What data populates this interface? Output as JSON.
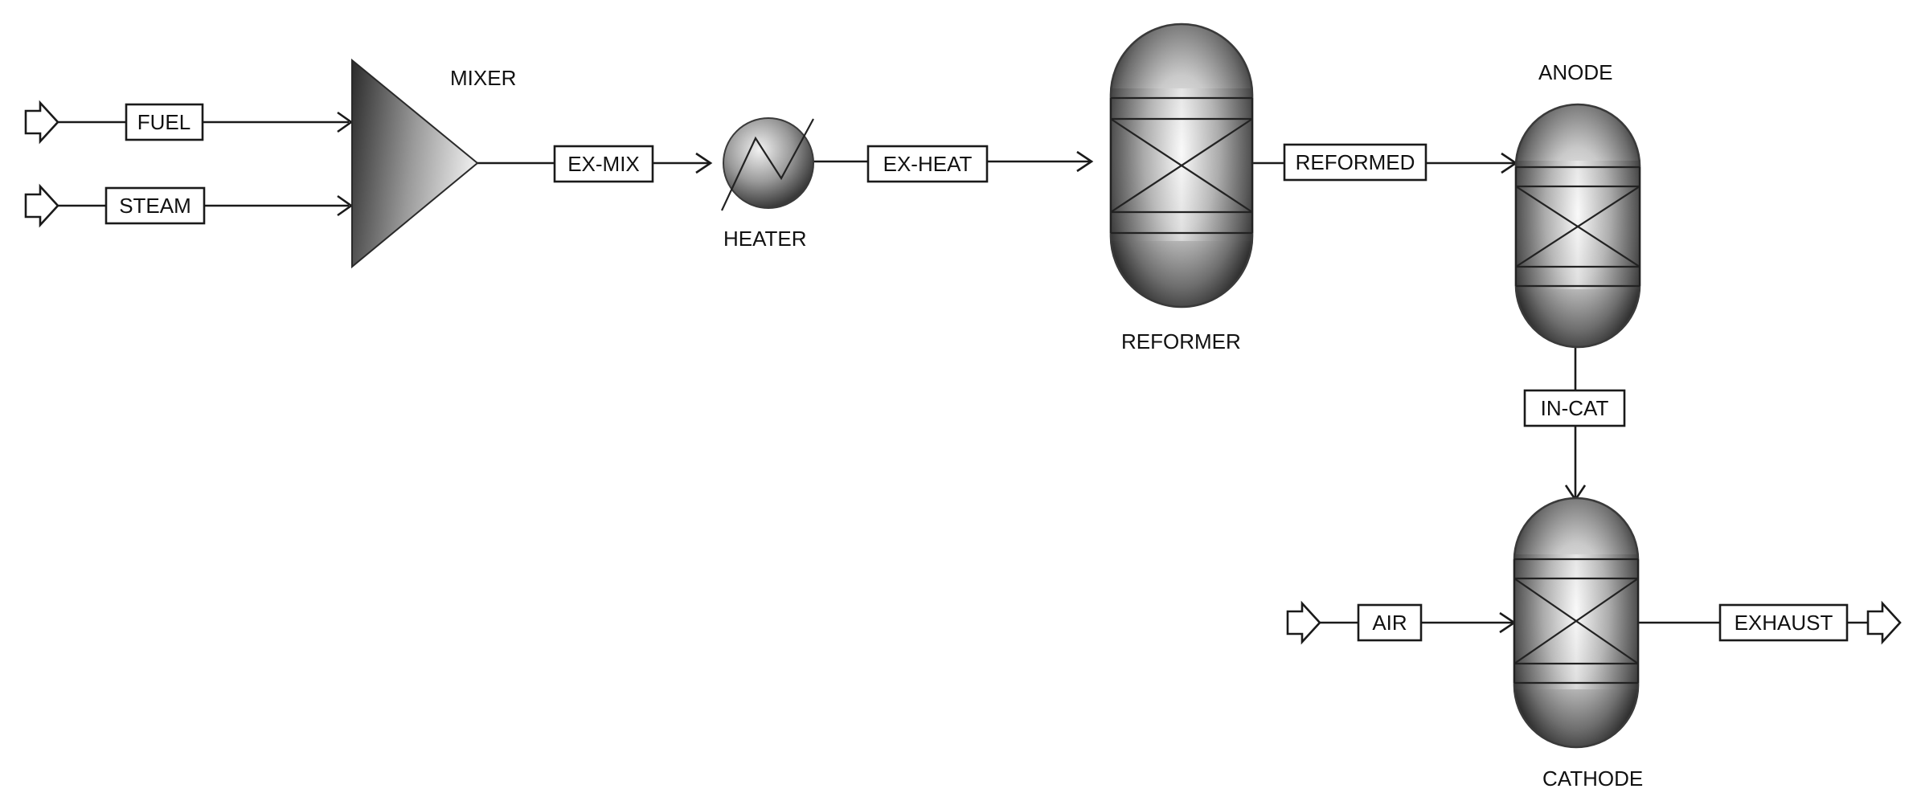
{
  "diagram": {
    "blocks": {
      "mixer": {
        "label": "MIXER"
      },
      "heater": {
        "label": "HEATER"
      },
      "reformer": {
        "label": "REFORMER"
      },
      "anode": {
        "label": "ANODE"
      },
      "cathode": {
        "label": "CATHODE"
      }
    },
    "streams": {
      "fuel": "FUEL",
      "steam": "STEAM",
      "ex_mix": "EX-MIX",
      "ex_heat": "EX-HEAT",
      "reformed": "REFORMED",
      "in_cat": "IN-CAT",
      "air": "AIR",
      "exhaust": "EXHAUST"
    }
  }
}
